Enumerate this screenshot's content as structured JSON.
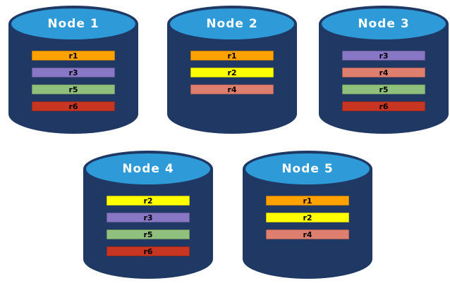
{
  "diagram": {
    "colors": {
      "cylinder_body": "#1F3864",
      "cylinder_top": "#2E9AD7",
      "node_label_text": "#FFFFFF",
      "record_label_text": "#000000"
    },
    "record_colors": {
      "r1": "#FFA200",
      "r2": "#FFFF00",
      "r3": "#8877C4",
      "r4": "#DE7E6E",
      "r5": "#8FC07E",
      "r6": "#C73623"
    },
    "nodes": [
      {
        "label": "Node 1",
        "records": [
          {
            "label": "r1",
            "color": "#FFA200"
          },
          {
            "label": "r3",
            "color": "#8877C4"
          },
          {
            "label": "r5",
            "color": "#8FC07E"
          },
          {
            "label": "r6",
            "color": "#C73623"
          }
        ]
      },
      {
        "label": "Node 2",
        "records": [
          {
            "label": "r1",
            "color": "#FFA200"
          },
          {
            "label": "r2",
            "color": "#FFFF00"
          },
          {
            "label": "r4",
            "color": "#DE7E6E"
          }
        ]
      },
      {
        "label": "Node 3",
        "records": [
          {
            "label": "r3",
            "color": "#8877C4"
          },
          {
            "label": "r4",
            "color": "#DE7E6E"
          },
          {
            "label": "r5",
            "color": "#8FC07E"
          },
          {
            "label": "r6",
            "color": "#C73623"
          }
        ]
      },
      {
        "label": "Node 4",
        "records": [
          {
            "label": "r2",
            "color": "#FFFF00"
          },
          {
            "label": "r3",
            "color": "#8877C4"
          },
          {
            "label": "r5",
            "color": "#8FC07E"
          },
          {
            "label": "r6",
            "color": "#C73623"
          }
        ]
      },
      {
        "label": "Node 5",
        "records": [
          {
            "label": "r1",
            "color": "#FFA200"
          },
          {
            "label": "r2",
            "color": "#FFFF00"
          },
          {
            "label": "r4",
            "color": "#DE7E6E"
          }
        ]
      }
    ]
  }
}
